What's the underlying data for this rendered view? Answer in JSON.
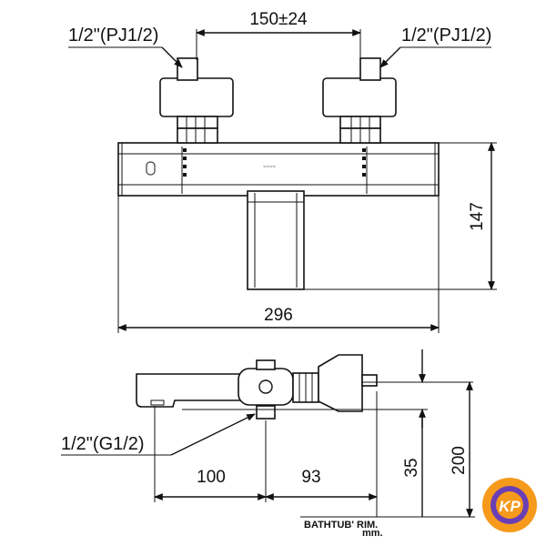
{
  "front_view": {
    "inlet_left_label": "1/2\"(PJ1/2)",
    "inlet_right_label": "1/2\"(PJ1/2)",
    "inlet_spacing_label": "150±24",
    "width_label": "296",
    "height_label": "147"
  },
  "side_view": {
    "outlet_label": "1/2\"(G1/2)",
    "dim_spout_label": "100",
    "dim_body_label": "93",
    "dim_rim_label": "35",
    "dim_total_label": "200",
    "rim_label": "BATHTUB' RIM.",
    "unit_label": "mm."
  },
  "logo": {
    "text": "KP",
    "colors": {
      "outer": "#f59a1b",
      "inner": "#6a3fb5",
      "text": "#ffffff"
    }
  }
}
